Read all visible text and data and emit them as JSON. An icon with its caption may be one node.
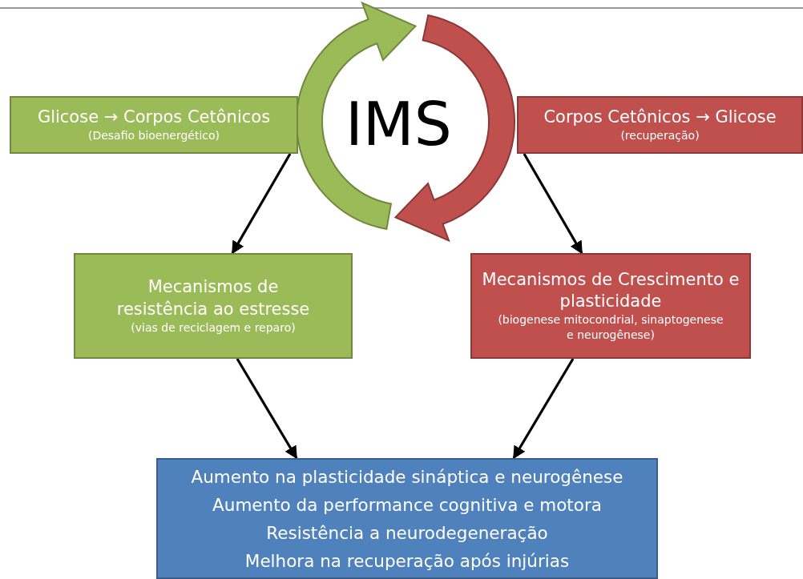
{
  "diagram": {
    "nodes": [
      {
        "text": [
          "Glicose → Corpos Cetônicos",
          "(Desafio bioenergético)"
        ]
      },
      {
        "text": [
          "Corpos Cetônicos → Glicose",
          "(recuperação)"
        ]
      },
      {
        "text": [
          "Mecanismos de resistência ao estresse",
          "(vias de reciclagem e reparo)"
        ]
      },
      {
        "text": [
          "Mecanismos de Crescimento e plasticidade",
          "(biogenese mitocondrial, sinaptogenese e neurogênese)"
        ]
      },
      {
        "text": [
          "Aumento na plasticidade sináptica e neurogênese",
          "Aumento da performance cognitiva e motora",
          "Resistência a neurodegeneração",
          "Melhora na recuperação após injúrias"
        ]
      }
    ],
    "edges": [
      {
        "from": 0,
        "to": 2,
        "arrow": "to"
      },
      {
        "from": 1,
        "to": 3,
        "arrow": "to"
      },
      {
        "from": 2,
        "to": 4,
        "arrow": "to"
      },
      {
        "from": 3,
        "to": 4,
        "arrow": "to"
      }
    ],
    "labels": [
      "IMS"
    ]
  }
}
